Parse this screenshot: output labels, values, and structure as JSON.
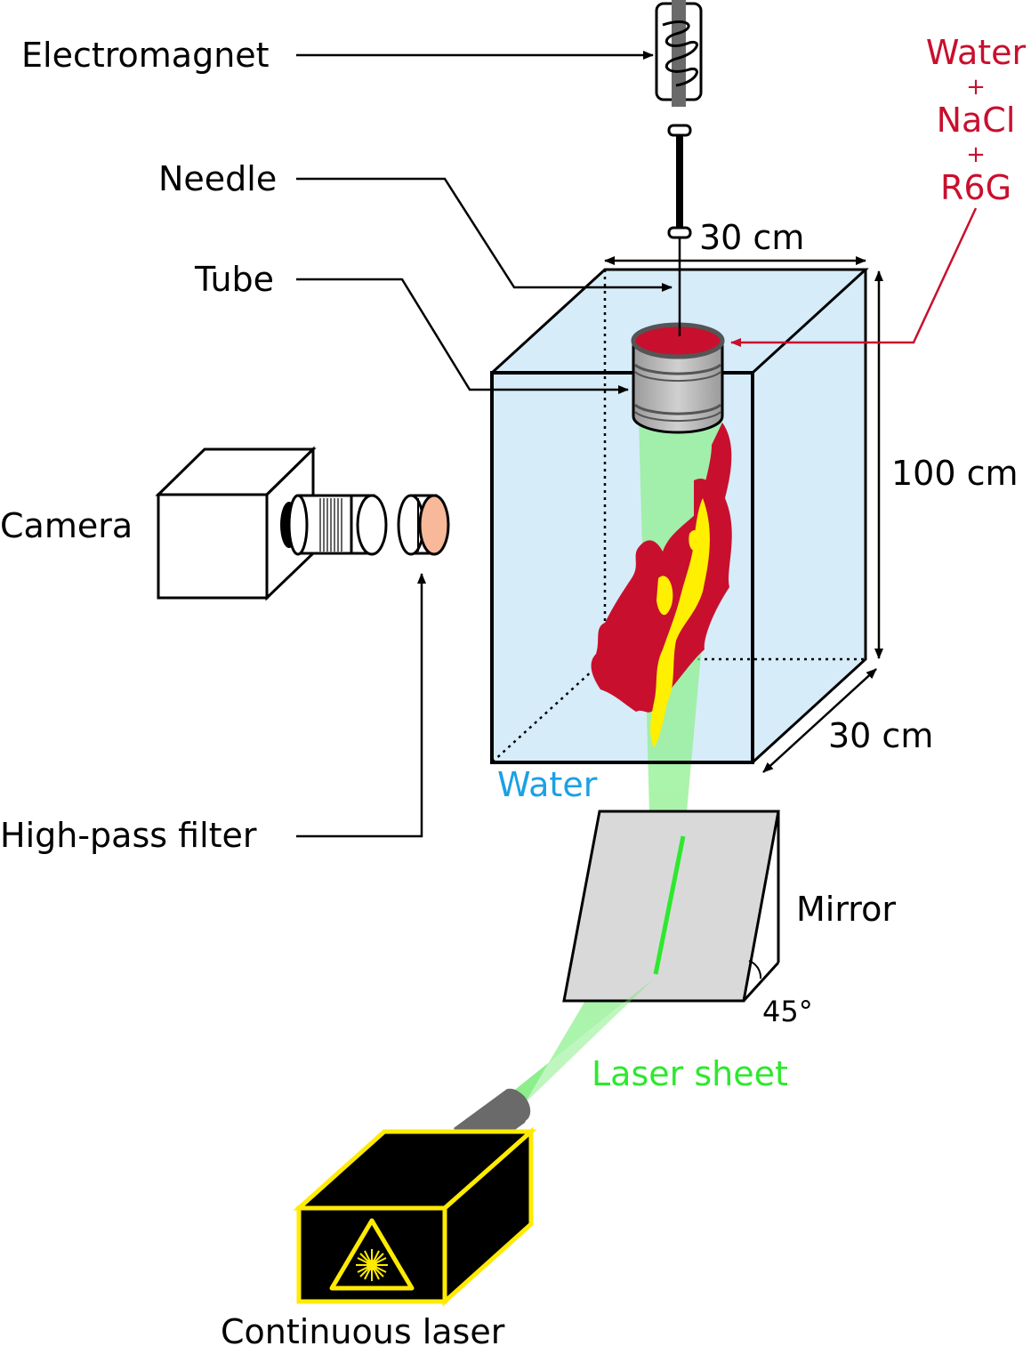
{
  "labels": {
    "electromagnet": "Electromagnet",
    "needle": "Needle",
    "tube": "Tube",
    "camera": "Camera",
    "high_pass_filter": "High-pass filter",
    "solution_line1": "Water",
    "solution_plus1": "+",
    "solution_line2": "NaCl",
    "solution_plus2": "+",
    "solution_line3": "R6G",
    "width_top": "30 cm",
    "height": "100 cm",
    "depth": "30 cm",
    "water": "Water",
    "mirror": "Mirror",
    "angle": "45°",
    "laser_sheet": "Laser sheet",
    "continuous_laser": "Continuous laser"
  },
  "colors": {
    "tank_fill": "#d6ecf9",
    "solution_red": "#c8102e",
    "dye_red": "#c8102e",
    "dye_yellow": "#ffef00",
    "laser_green": "#7cf07c",
    "water_label": "#1aa1e6",
    "laser_label": "#2ee82e",
    "mirror_fill": "#d9d9d9",
    "filter_fill": "#f7b99a",
    "laser_box": "#000000",
    "laser_outline": "#ffeb00"
  },
  "icons": {
    "laser_warning": "laser-warning-icon"
  }
}
